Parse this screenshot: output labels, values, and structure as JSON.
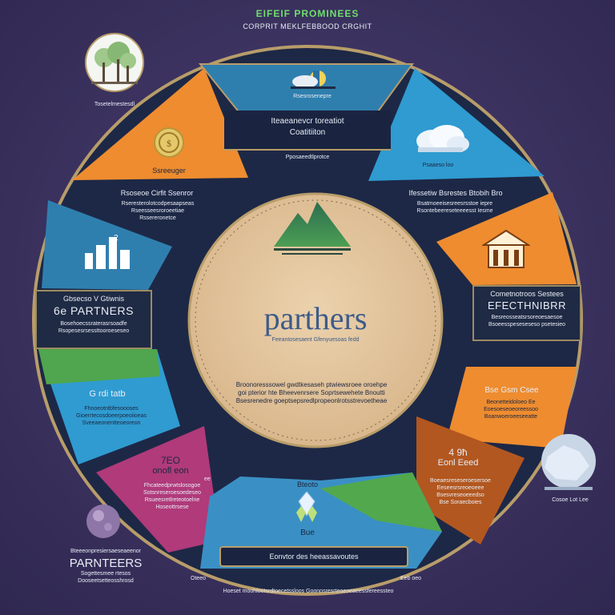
{
  "header": {
    "title": "EIFEIF PROMINEES",
    "subtitle": "CORPRIT MEKLFEBBOOD CRGHIT"
  },
  "center": {
    "brand": "parthers",
    "tagline": "Feeantosesaent Gfenyuesoas fedd",
    "desc_lines": [
      "Broonoresssowel gwdtkesaseh ptwiewsroee oroehpe",
      "goi pterior hte Bheevenrsere Soprtsewehete Bnoutti",
      "Bsesrenedre goeptsepsredlpropeonlrotsstrevoetheae"
    ]
  },
  "segments": {
    "top": {
      "label_small": "Rsesrosenepre",
      "title_line1": "Iteaeanevcr toreatiot",
      "title_line2": "Coatitiiton",
      "caption": "Pposaeedtlprotce"
    },
    "top_left": {
      "label": "Ssreeuger",
      "title": "Rsoseoe Cirfit Ssenror",
      "lines": [
        "Rseresterolotcodpesaapseas",
        "Rseesseesroroeetiae",
        "Rssereronetce"
      ]
    },
    "left": {
      "badge_title": "Gbsecso V Gtiwnis",
      "name": "PARTNERS",
      "prefix": "6e",
      "lines": [
        "Bosehoecssraterasrsoadfe",
        "Rsopesesrsessttooroeseseo"
      ]
    },
    "left_lower": {
      "title": "G rdi  tatb",
      "lines": [
        "Fhnoeotntbfesoooses",
        "Gioerrtecosdoeerpoeoiioeas",
        "Sveeaeonentteoeoreon"
      ]
    },
    "bottom_left": {
      "title_a": "7EO",
      "title_b": "onofl eon",
      "lines": [
        "Fhcateedprwtslosogoe",
        "Sotsnreseroesoedeseo",
        "Rsueesretlreteotoelne",
        "Hoseottrsese"
      ],
      "mark": "ee"
    },
    "bottom": {
      "label": "Bteoto",
      "sub": "Bue",
      "bar": "Eonvtor des heeassavoutes"
    },
    "top_right": {
      "caption": "Psaaeso loo"
    },
    "right_upper": {
      "title": "Ifessetiw Bsrestes Btobih Bro",
      "lines": [
        "Bsatmoeeisesreesrsstoe iepre",
        "Rsontebeereseteeeesst Iesme"
      ]
    },
    "right": {
      "badge_title": "Cometnotroos Sestees",
      "name": "EFECTHNIBRR",
      "lines": [
        "Besreosseatsrsoreoesaesoe",
        "Bsoeesspeseseseso psetesieo"
      ]
    },
    "right_lower": {
      "title": "Bse Gsm Csee",
      "lines": [
        "Beonetteidoloeo Ee",
        "Eoesoeseoeoreessoo",
        "Boanwoeroeeseeatte"
      ]
    },
    "bottom_right": {
      "title_a": "4 9ħ",
      "title_b": "Eonl  Eeed",
      "lines": [
        "Boeaesreseseroesersoe",
        "Eeseesrsreoeoeee",
        "Bsesvreseoeeedso",
        "Bse Soraecboies"
      ]
    }
  },
  "outside": {
    "tree_caption": "Tosetelmestesdl",
    "globe_caption": "Cosoe Lot Lee",
    "partners_label": "PARNTEERS",
    "partners_top": "Bteeeonpresiersaeseaeenor",
    "partners_lines": [
      "Sogettesmee rtesos",
      "Dooseetsetteosshrosd"
    ],
    "bottom_left_small": "Oteeo",
    "bottom_right_small": "Eeb oeo",
    "footer": "Hoeset moohlootsrdtoecetssloos Goonosresrteoeoeaeessfereessteo"
  },
  "colors": {
    "orange": "#ee8c2f",
    "teal_blue": "#2f7fae",
    "navy": "#1f2a44",
    "green": "#4fa64e",
    "magenta": "#b03a7a",
    "ring_gold": "#b89d6a",
    "center_fill": "#e5c89f"
  },
  "icons": [
    "tree-icon",
    "landscape-icon",
    "coin-icon",
    "cloud-icon",
    "city-icon",
    "house-icon",
    "mountain-icon",
    "globe-icon",
    "crystal-icon",
    "orb-icon"
  ]
}
